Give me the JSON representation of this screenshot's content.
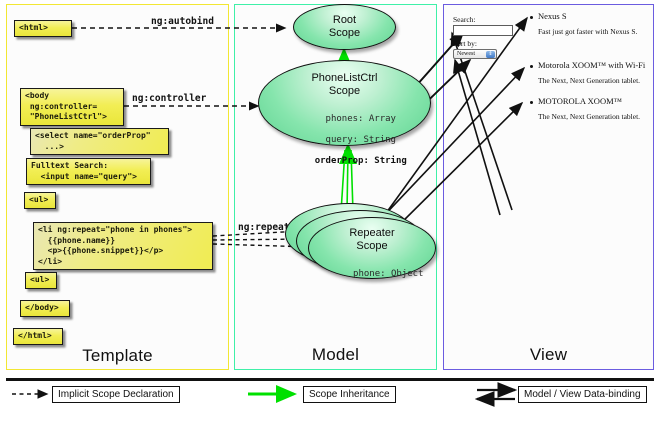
{
  "panels": {
    "template": {
      "label": "Template",
      "border_color": "#f2e733"
    },
    "model": {
      "label": "Model",
      "border_color": "#3ff0a8"
    },
    "view": {
      "label": "View",
      "border_color": "#6b5ce0"
    }
  },
  "template": {
    "boxes": [
      {
        "id": "html-open",
        "text": "<html>"
      },
      {
        "id": "body-open",
        "text": "<body\n ng:controller=\n \"PhoneListCtrl\">"
      },
      {
        "id": "select",
        "text": "<select name=\"orderProp\"\n  ...>"
      },
      {
        "id": "fulltext",
        "text": "Fulltext Search:\n  <input name=\"query\">"
      },
      {
        "id": "ul-open",
        "text": "<ul>"
      },
      {
        "id": "li-repeat",
        "text": "<li ng:repeat=\"phone in phones\">\n  {{phone.name}}\n  <p>{{phone.snippet}}</p>\n</li>"
      },
      {
        "id": "ul-close",
        "text": "<ul>"
      },
      {
        "id": "body-close",
        "text": "</body>"
      },
      {
        "id": "html-close",
        "text": "</html>"
      }
    ]
  },
  "connectors": [
    {
      "id": "ng-autobind",
      "label": "ng:autobind"
    },
    {
      "id": "ng-controller",
      "label": "ng:controller"
    },
    {
      "id": "ng-repeat",
      "label": "ng:repeat"
    }
  ],
  "model": {
    "scopes": [
      {
        "id": "root-scope",
        "title": "Root\nScope",
        "props": []
      },
      {
        "id": "phonelistctrl-scope",
        "title": "PhoneListCtrl\nScope",
        "props": [
          {
            "text": "phones: Array",
            "bold": false
          },
          {
            "text": "query: String",
            "bold": false
          },
          {
            "text": "orderProp: String",
            "bold": true
          }
        ]
      },
      {
        "id": "repeater-scope",
        "title": "Repeater\nScope",
        "props": [
          {
            "text": "phone: Object",
            "bold": false
          }
        ]
      }
    ]
  },
  "view": {
    "search_label": "Search:",
    "search_value": "",
    "sort_label": "Sort by:",
    "sort_selected": "Newest",
    "phones": [
      {
        "name": "Nexus S",
        "snippet": "Fast just got faster with Nexus S."
      },
      {
        "name": "Motorola XOOM™  with Wi-Fi",
        "snippet": "The Next, Next Generation tablet."
      },
      {
        "name": "MOTOROLA XOOM™",
        "snippet": "The Next, Next Generation tablet."
      }
    ]
  },
  "legend": [
    {
      "id": "implicit-scope-declaration",
      "label": "Implicit Scope Declaration",
      "style": "dashed-black-arrow",
      "color": "#111111"
    },
    {
      "id": "scope-inheritance",
      "label": "Scope Inheritance",
      "style": "solid-green-arrow",
      "color": "#00e000"
    },
    {
      "id": "model-view-data-binding",
      "label": "Model / View Data-binding",
      "style": "double-black-arrow",
      "color": "#111111"
    }
  ],
  "colors": {
    "code_box_fill": "#f0ec52",
    "scope_fill": "#86e5ad",
    "inheritance_green": "#00e000",
    "template_border": "#f2e733",
    "model_border": "#3ff0a8",
    "view_border": "#6b5ce0"
  }
}
